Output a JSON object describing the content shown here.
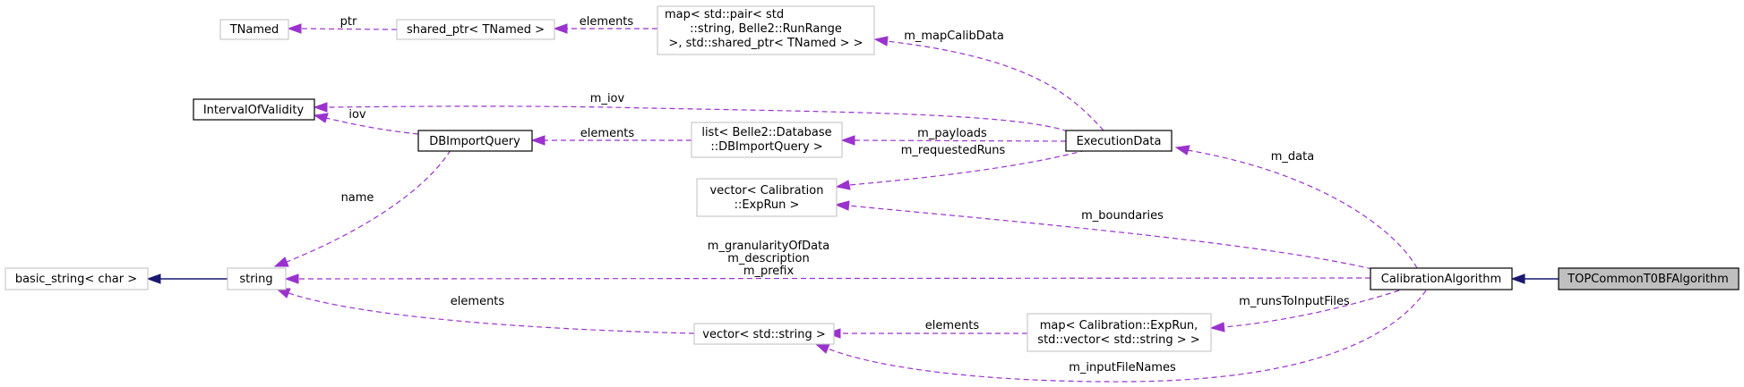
{
  "nodes": {
    "tnamed": "TNamed",
    "shared_ptr": "shared_ptr< TNamed >",
    "map_runrange": [
      "map< std::pair< std",
      "::string, Belle2::RunRange",
      ">, std::shared_ptr< TNamed > >"
    ],
    "interval_of_validity": "IntervalOfValidity",
    "db_import_query": "DBImportQuery",
    "list_dbimport": [
      "list< Belle2::Database",
      "::DBImportQuery >"
    ],
    "execution_data": "ExecutionData",
    "vector_exprun": [
      "vector< Calibration",
      "::ExpRun >"
    ],
    "basic_string": "basic_string< char >",
    "string": "string",
    "calibration_algorithm": "CalibrationAlgorithm",
    "top_common": "TOPCommonT0BFAlgorithm",
    "vector_string": "vector< std::string >",
    "map_exprun": [
      "map< Calibration::ExpRun,",
      "std::vector< std::string > >"
    ]
  },
  "edge_labels": {
    "ptr": "ptr",
    "elements_shared": "elements",
    "m_mapCalibData": "m_mapCalibData",
    "m_iov": "m_iov",
    "iov": "iov",
    "elements_list": "elements",
    "m_payloads": "m_payloads",
    "m_requestedRuns": "m_requestedRuns",
    "m_data": "m_data",
    "name": "name",
    "m_boundaries": "m_boundaries",
    "m_string_members": [
      "m_granularityOfData",
      "m_description",
      "m_prefix"
    ],
    "elements_vector": "elements",
    "elements_map": "elements",
    "m_runsToInputFiles": "m_runsToInputFiles",
    "m_inputFileNames": "m_inputFileNames"
  },
  "colors": {
    "usage_edge": "#9a32cd",
    "inheritance_edge": "#191970",
    "focus_fill": "#bfbfbf",
    "grey_border": "#bfbfbf"
  }
}
